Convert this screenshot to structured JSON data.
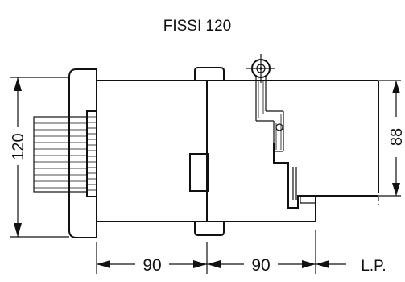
{
  "title": "FISSI 120",
  "dimensions": {
    "height_left": "120",
    "height_right": "88",
    "width_first": "90",
    "width_second": "90",
    "end_label": "L.P."
  },
  "colors": {
    "ink": "#111111",
    "background": "#ffffff"
  }
}
